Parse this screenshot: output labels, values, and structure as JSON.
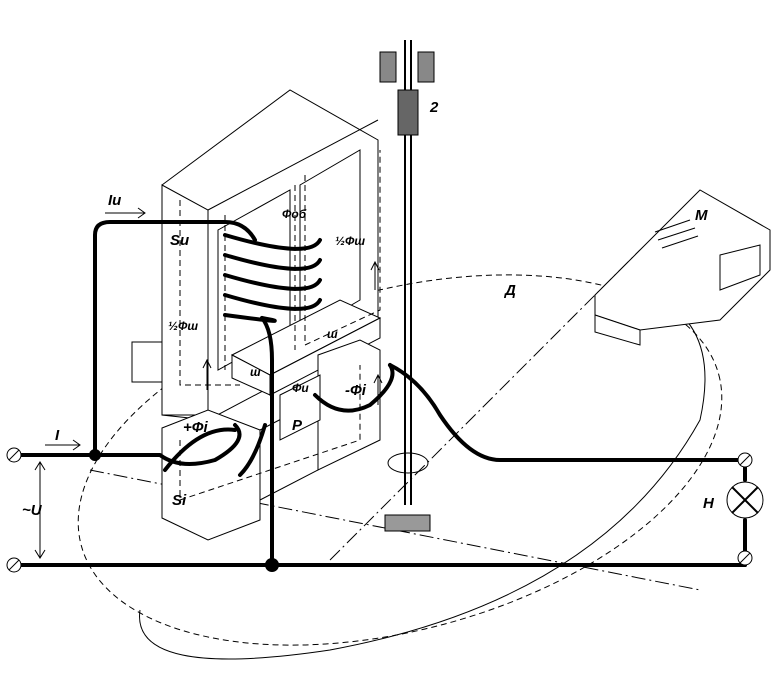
{
  "labels": {
    "spindle_number": "2",
    "voltage_current": "Iu",
    "working_flux": "Фоб",
    "voltage_core": "Su",
    "half_shunt_flux_left": "½Фш",
    "half_shunt_flux_right": "½Фш",
    "shunt_upper": "ш",
    "shunt_lower": "ш",
    "voltage_flux": "Фu",
    "neg_current_flux": "-Фi",
    "pos_current_flux": "+Фi",
    "plate": "P",
    "current_core": "Si",
    "current": "I",
    "voltage": "~U",
    "disk": "Д",
    "magnet": "M",
    "load": "Н"
  }
}
